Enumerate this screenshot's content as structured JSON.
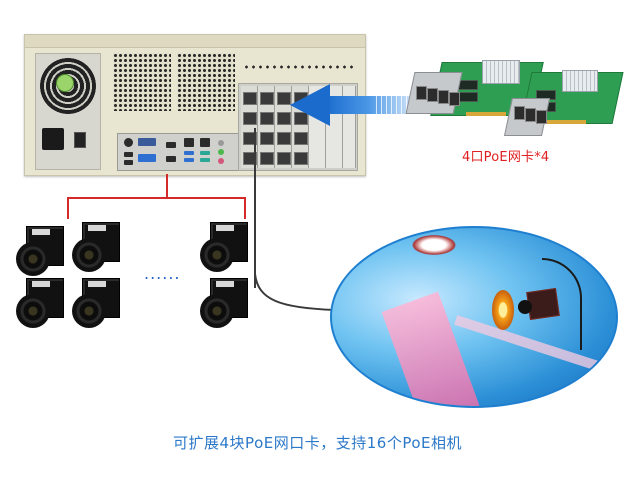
{
  "diagram": {
    "title": "PoE expansion: IPC with 4x 4-port PoE NIC supporting 16 PoE cameras",
    "nic_label": "4口PoE网卡*4",
    "caption": "可扩展4块PoE网口卡，支持16个PoE相机",
    "ellipsis": "......",
    "colors": {
      "label_red": "#e02020",
      "caption_blue": "#2b78c9",
      "arrow_blue": "#1a6bcc",
      "connector_red": "#d42a2a",
      "cable": "#3a3a3a",
      "chassis": "#e8e5d0"
    },
    "nodes": [
      {
        "id": "ipc",
        "label": "Industrial PC rear panel",
        "icon": "ipc-chassis-icon"
      },
      {
        "id": "nic",
        "label": "4-port PoE network card (x4)",
        "icon": "nic-card-icon"
      },
      {
        "id": "cameras",
        "label": "PoE industrial cameras",
        "icon": "camera-icon",
        "visible_count": 6
      },
      {
        "id": "vision",
        "label": "Machine vision inspection scene",
        "icon": "vision-scene-icon"
      }
    ],
    "edges": [
      {
        "from": "nic",
        "to": "ipc",
        "style": "blue-arrow"
      },
      {
        "from": "ipc",
        "to": "cameras",
        "style": "red-bracket"
      },
      {
        "from": "ipc",
        "to": "vision",
        "style": "black-cable"
      }
    ]
  }
}
